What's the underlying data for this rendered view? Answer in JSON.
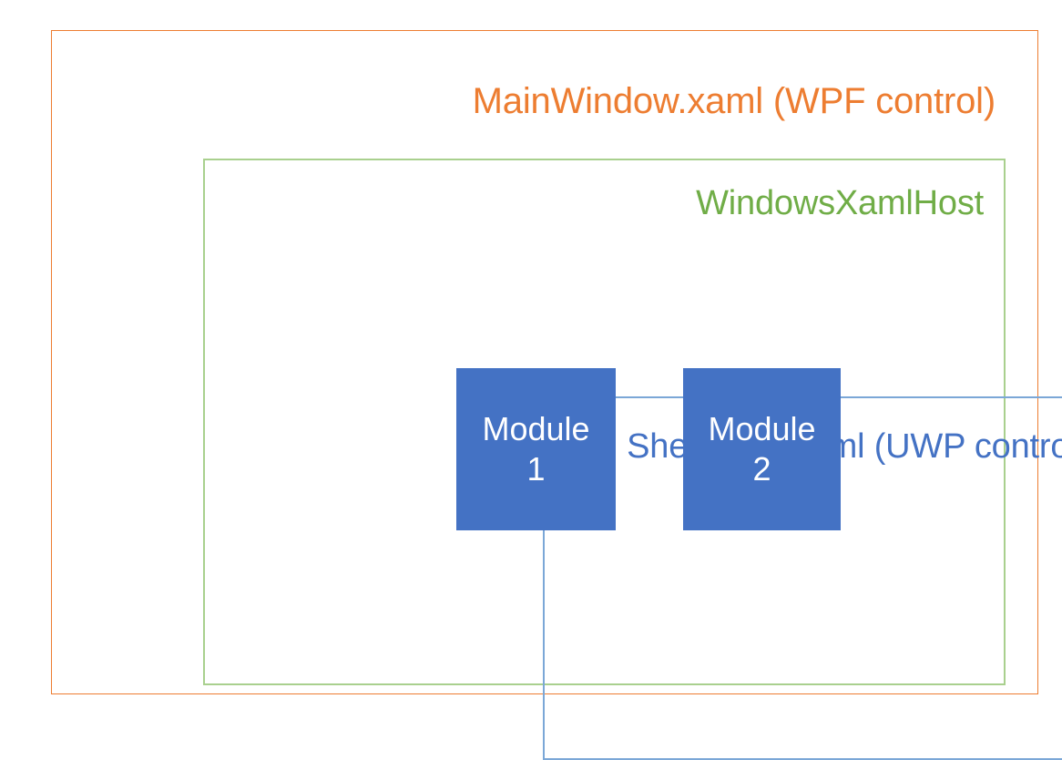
{
  "diagram": {
    "background": "#FFFFFF",
    "layers": {
      "outer": {
        "label": "MainWindow.xaml (WPF control)",
        "border_color": "#ED7D31",
        "text_color": "#ED7D31"
      },
      "middle": {
        "label": "WindowsXamlHost",
        "border_color": "#A9D08E",
        "text_color": "#70AD47"
      },
      "inner": {
        "label": "ShellPage.xaml (UWP control)",
        "border_color": "#7BA7D7",
        "text_color": "#4472C4"
      }
    },
    "modules": [
      {
        "name": "Module",
        "index": "1",
        "fill_color": "#4472C4",
        "text_color": "#FFFFFF"
      },
      {
        "name": "Module",
        "index": "2",
        "fill_color": "#4472C4",
        "text_color": "#FFFFFF"
      }
    ]
  }
}
